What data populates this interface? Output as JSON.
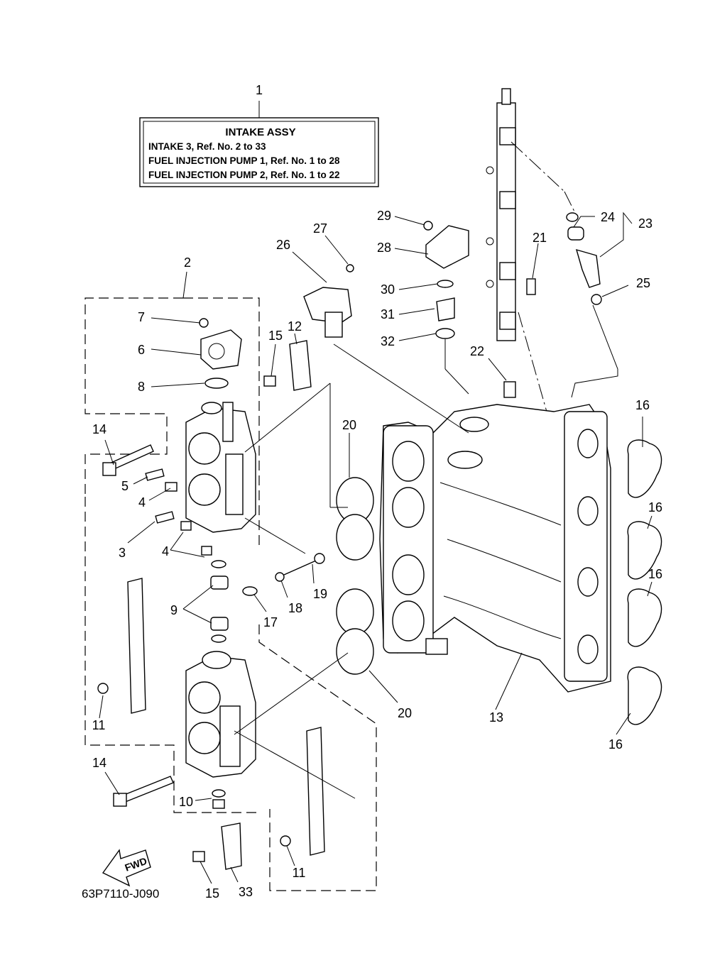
{
  "info_box": {
    "callout": "1",
    "title": "INTAKE ASSY",
    "lines": [
      "INTAKE 3,  Ref. No. 2 to 33",
      "FUEL INJECTION PUMP 1,  Ref. No. 1 to 28",
      "FUEL INJECTION PUMP 2,  Ref. No. 1 to 22"
    ]
  },
  "callouts": [
    {
      "id": "c2",
      "label": "2"
    },
    {
      "id": "c3",
      "label": "3"
    },
    {
      "id": "c4a",
      "label": "4"
    },
    {
      "id": "c4b",
      "label": "4"
    },
    {
      "id": "c5",
      "label": "5"
    },
    {
      "id": "c6",
      "label": "6"
    },
    {
      "id": "c7",
      "label": "7"
    },
    {
      "id": "c8",
      "label": "8"
    },
    {
      "id": "c9",
      "label": "9"
    },
    {
      "id": "c10",
      "label": "10"
    },
    {
      "id": "c11a",
      "label": "11"
    },
    {
      "id": "c11b",
      "label": "11"
    },
    {
      "id": "c12",
      "label": "12"
    },
    {
      "id": "c13",
      "label": "13"
    },
    {
      "id": "c14a",
      "label": "14"
    },
    {
      "id": "c14b",
      "label": "14"
    },
    {
      "id": "c15a",
      "label": "15"
    },
    {
      "id": "c15b",
      "label": "15"
    },
    {
      "id": "c16a",
      "label": "16"
    },
    {
      "id": "c16b",
      "label": "16"
    },
    {
      "id": "c16c",
      "label": "16"
    },
    {
      "id": "c16d",
      "label": "16"
    },
    {
      "id": "c17",
      "label": "17"
    },
    {
      "id": "c18",
      "label": "18"
    },
    {
      "id": "c19",
      "label": "19"
    },
    {
      "id": "c20a",
      "label": "20"
    },
    {
      "id": "c20b",
      "label": "20"
    },
    {
      "id": "c21",
      "label": "21"
    },
    {
      "id": "c22",
      "label": "22"
    },
    {
      "id": "c23",
      "label": "23"
    },
    {
      "id": "c24",
      "label": "24"
    },
    {
      "id": "c25",
      "label": "25"
    },
    {
      "id": "c26",
      "label": "26"
    },
    {
      "id": "c27",
      "label": "27"
    },
    {
      "id": "c28",
      "label": "28"
    },
    {
      "id": "c29",
      "label": "29"
    },
    {
      "id": "c30",
      "label": "30"
    },
    {
      "id": "c31",
      "label": "31"
    },
    {
      "id": "c32",
      "label": "32"
    },
    {
      "id": "c33",
      "label": "33"
    }
  ],
  "fwd_label": "FWD",
  "diagram_code": "63P7110-J090"
}
